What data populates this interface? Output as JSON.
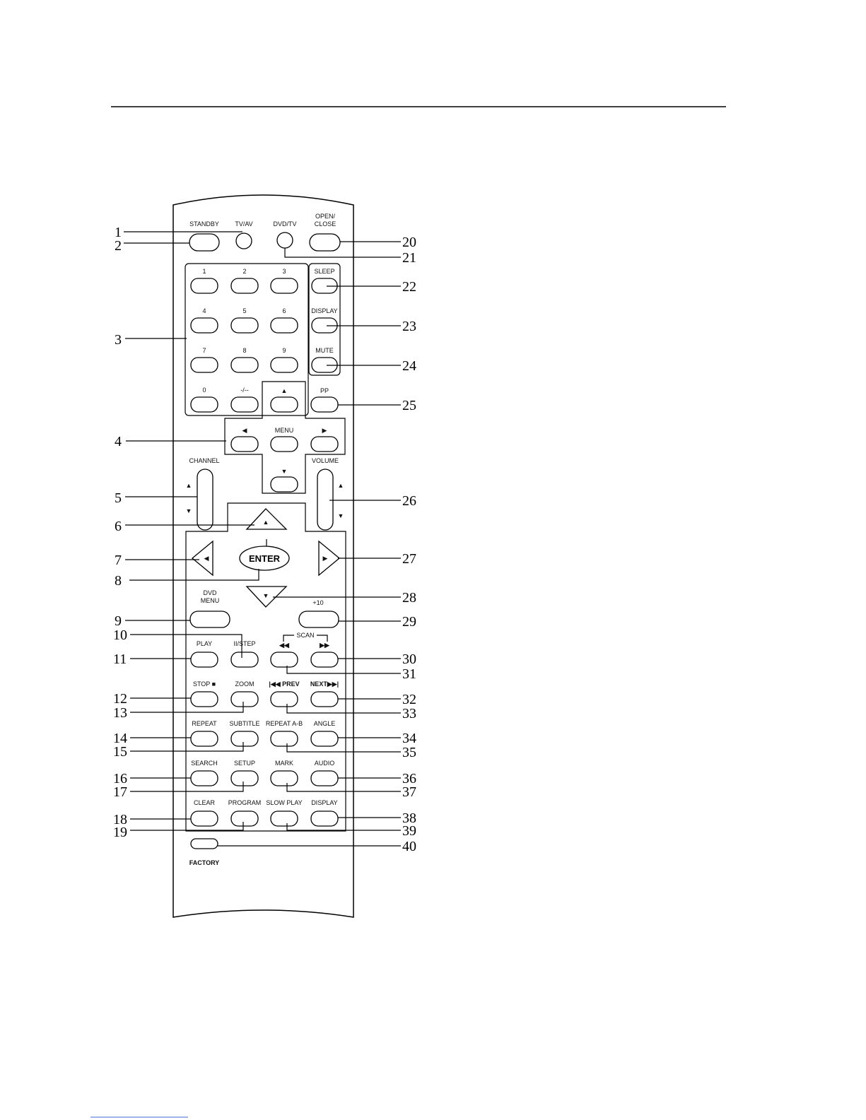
{
  "labels": {
    "standby": "STANDBY",
    "tvav": "TV/AV",
    "dvdtv": "DVD/TV",
    "open1": "OPEN/",
    "open2": "CLOSE",
    "d1": "1",
    "d2": "2",
    "d3": "3",
    "d4": "4",
    "d5": "5",
    "d6": "6",
    "d7": "7",
    "d8": "8",
    "d9": "9",
    "d0": "0",
    "dash": "-/--",
    "sleep": "SLEEP",
    "display1": "DISPLAY",
    "mute": "MUTE",
    "pp": "PP",
    "menu": "MENU",
    "channel": "CHANNEL",
    "volume": "VOLUME",
    "enter": "ENTER",
    "dvdmenu1": "DVD",
    "dvdmenu2": "MENU",
    "plus10": "+10",
    "scan": "SCAN",
    "play": "PLAY",
    "pausestep": "II/STEP",
    "stop": "STOP ■",
    "zoom": "ZOOM",
    "prev": "|◀◀ PREV",
    "next": "NEXT▶▶|",
    "repeat": "REPEAT",
    "subtitle": "SUBTITLE",
    "repeatab": "REPEAT A-B",
    "angle": "ANGLE",
    "search": "SEARCH",
    "setup": "SETUP",
    "mark": "MARK",
    "audio": "AUDIO",
    "clear": "CLEAR",
    "program": "PROGRAM",
    "slowplay": "SLOW PLAY",
    "display2": "DISPLAY",
    "factory": "FACTORY"
  },
  "glyphs": {
    "up": "▲",
    "down": "▼",
    "left": "◀",
    "right": "▶",
    "rew": "◀◀",
    "ff": "▶▶"
  },
  "callouts": {
    "n1": "1",
    "n2": "2",
    "n3": "3",
    "n4": "4",
    "n5": "5",
    "n6": "6",
    "n7": "7",
    "n8": "8",
    "n9": "9",
    "n10": "10",
    "n11": "11",
    "n12": "12",
    "n13": "13",
    "n14": "14",
    "n15": "15",
    "n16": "16",
    "n17": "17",
    "n18": "18",
    "n19": "19",
    "n20": "20",
    "n21": "21",
    "n22": "22",
    "n23": "23",
    "n24": "24",
    "n25": "25",
    "n26": "26",
    "n27": "27",
    "n28": "28",
    "n29": "29",
    "n30": "30",
    "n31": "31",
    "n32": "32",
    "n33": "33",
    "n34": "34",
    "n35": "35",
    "n36": "36",
    "n37": "37",
    "n38": "38",
    "n39": "39",
    "n40": "40"
  }
}
